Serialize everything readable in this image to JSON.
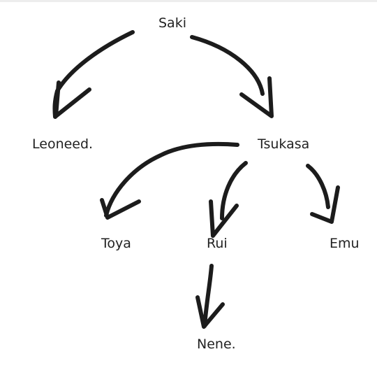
{
  "diagram": {
    "nodes": {
      "saki": "Saki",
      "leoneed": "Leoneed.",
      "tsukasa": "Tsukasa",
      "toya": "Toya",
      "rui": "Rui",
      "emu": "Emu",
      "nene": "Nene."
    },
    "edges": [
      {
        "from": "Saki",
        "to": "Leoneed."
      },
      {
        "from": "Saki",
        "to": "Tsukasa"
      },
      {
        "from": "Tsukasa",
        "to": "Toya"
      },
      {
        "from": "Tsukasa",
        "to": "Rui"
      },
      {
        "from": "Tsukasa",
        "to": "Emu"
      },
      {
        "from": "Rui",
        "to": "Nene."
      }
    ],
    "colors": {
      "background": "#ffffff",
      "ink": "#1c1c1c",
      "text": "#222222"
    }
  }
}
